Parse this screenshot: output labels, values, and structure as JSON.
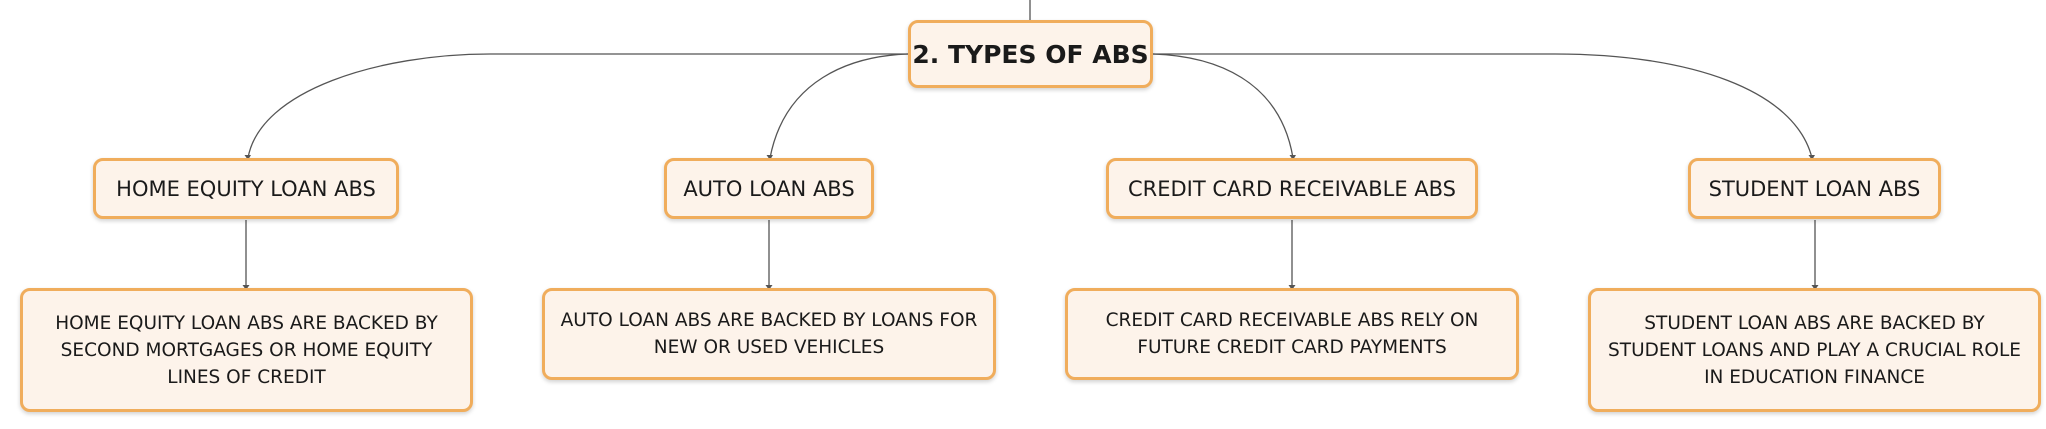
{
  "root": {
    "label": "2. TYPES OF ABS"
  },
  "branches": [
    {
      "label": "HOME EQUITY LOAN ABS",
      "description": "HOME EQUITY LOAN ABS ARE BACKED BY SECOND MORTGAGES OR HOME EQUITY LINES OF CREDIT"
    },
    {
      "label": "AUTO LOAN ABS",
      "description": "AUTO LOAN ABS ARE BACKED BY LOANS FOR NEW OR USED VEHICLES"
    },
    {
      "label": "CREDIT CARD RECEIVABLE ABS",
      "description": "CREDIT CARD RECEIVABLE ABS RELY ON FUTURE CREDIT CARD PAYMENTS"
    },
    {
      "label": "STUDENT LOAN ABS",
      "description": "STUDENT LOAN ABS ARE BACKED BY STUDENT LOANS AND PLAY A CRUCIAL ROLE IN EDUCATION FINANCE"
    }
  ],
  "colors": {
    "node_fill": "#fdf3ea",
    "node_border": "#f0ad5c",
    "connector": "#555555"
  }
}
